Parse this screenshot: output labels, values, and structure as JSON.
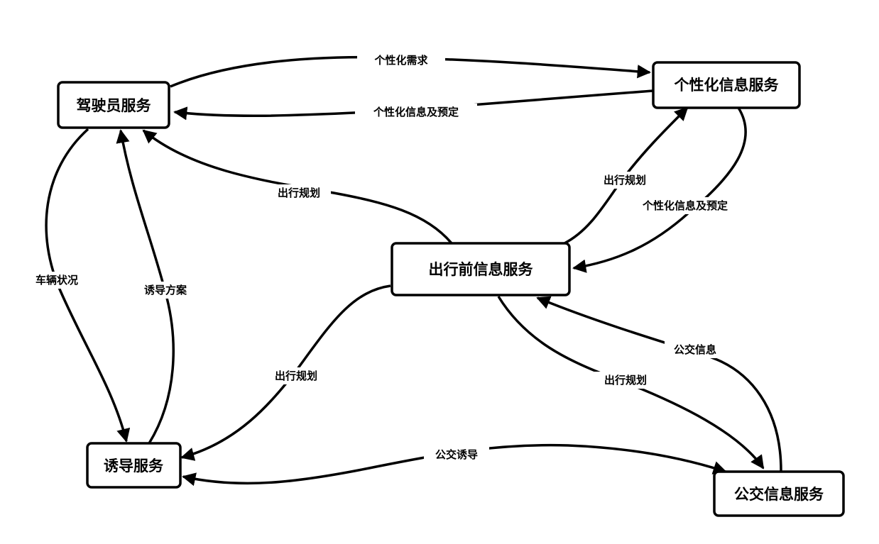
{
  "diagram": {
    "nodes": {
      "driver": "驾驶员服务",
      "personal": "个性化信息服务",
      "pretrip": "出行前信息服务",
      "guidance": "诱导服务",
      "transit": "公交信息服务"
    },
    "edges": [
      {
        "id": "driver-to-personal",
        "from": "驾驶员服务",
        "to": "个性化信息服务",
        "label": "个性化需求"
      },
      {
        "id": "personal-to-driver",
        "from": "个性化信息服务",
        "to": "驾驶员服务",
        "label": "个性化信息及预定"
      },
      {
        "id": "pretrip-to-driver",
        "from": "出行前信息服务",
        "to": "驾驶员服务",
        "label": "出行规划"
      },
      {
        "id": "pretrip-to-personal",
        "from": "出行前信息服务",
        "to": "个性化信息服务",
        "label": "出行规划"
      },
      {
        "id": "personal-to-pretrip",
        "from": "个性化信息服务",
        "to": "出行前信息服务",
        "label": "个性化信息及预定"
      },
      {
        "id": "driver-to-guidance",
        "from": "驾驶员服务",
        "to": "诱导服务",
        "label": "车辆状况"
      },
      {
        "id": "guidance-to-driver",
        "from": "诱导服务",
        "to": "驾驶员服务",
        "label": "诱导方案"
      },
      {
        "id": "pretrip-to-guidance",
        "from": "出行前信息服务",
        "to": "诱导服务",
        "label": "出行规划"
      },
      {
        "id": "transit-to-pretrip",
        "from": "公交信息服务",
        "to": "出行前信息服务",
        "label": "公交信息"
      },
      {
        "id": "pretrip-to-transit",
        "from": "出行前信息服务",
        "to": "公交信息服务",
        "label": "出行规划"
      },
      {
        "id": "guidance-transit",
        "from": "诱导服务",
        "to": "公交信息服务",
        "label": "公交诱导",
        "bidirectional": true
      }
    ]
  }
}
